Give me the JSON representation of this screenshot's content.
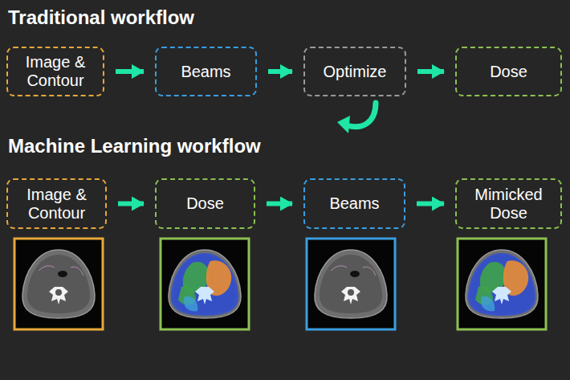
{
  "diagram": {
    "nodes": [
      {
        "text": [
          "Image & Contour"
        ]
      },
      {
        "text": [
          "Beams"
        ]
      },
      {
        "text": [
          "Optimize"
        ]
      },
      {
        "text": [
          "Dose"
        ]
      },
      {
        "text": [
          "Image & Contour"
        ]
      },
      {
        "text": [
          "Dose"
        ]
      },
      {
        "text": [
          "Beams"
        ]
      },
      {
        "text": [
          "Mimicked Dose"
        ]
      }
    ],
    "edges": [
      {
        "from": 0,
        "to": 1,
        "arrow": "to"
      },
      {
        "from": 1,
        "to": 2,
        "arrow": "to"
      },
      {
        "from": 2,
        "to": 3,
        "arrow": "to"
      },
      {
        "from": 4,
        "to": 5,
        "arrow": "to"
      },
      {
        "from": 5,
        "to": 6,
        "arrow": "to"
      },
      {
        "from": 6,
        "to": 7,
        "arrow": "to"
      }
    ],
    "labels": [
      "Traditional workflow",
      "Machine Learning workflow"
    ]
  }
}
